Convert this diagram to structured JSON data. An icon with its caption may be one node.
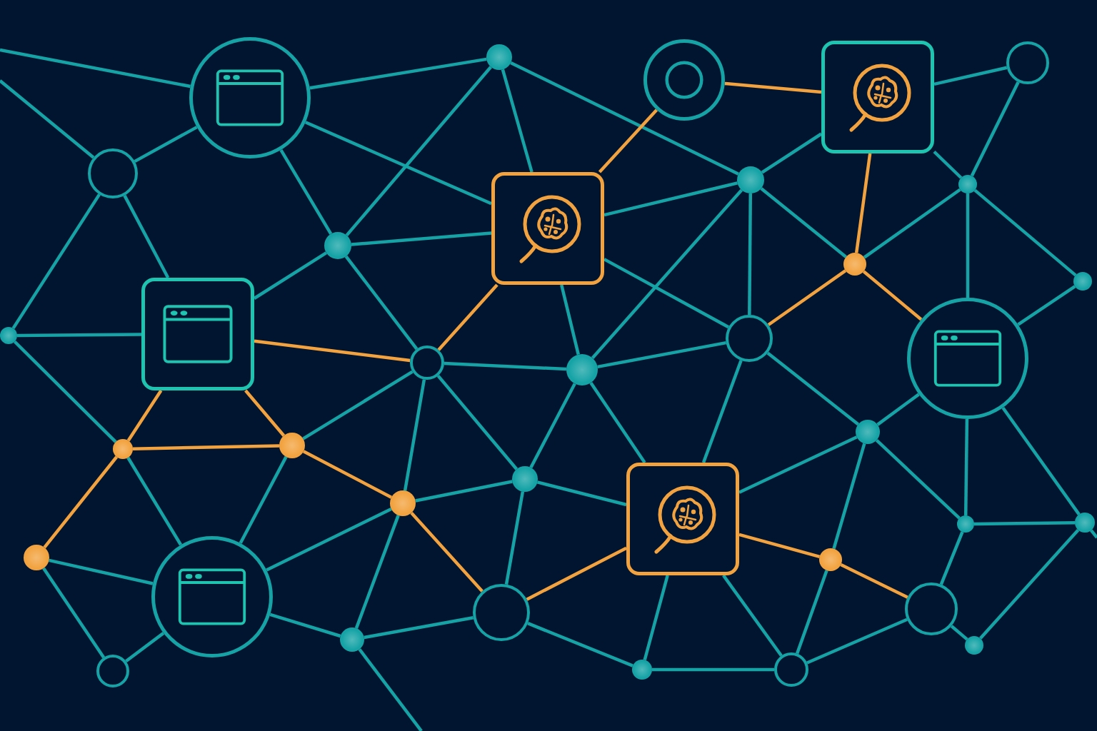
{
  "diagram": {
    "nodes": [
      {
        "text": [],
        "shape": "circle"
      },
      {
        "text": [],
        "shape": "dot"
      },
      {
        "text": [],
        "shape": "circle"
      },
      {
        "text": [],
        "shape": "box"
      },
      {
        "text": [],
        "shape": "circle"
      },
      {
        "text": [],
        "shape": "circle"
      },
      {
        "text": [],
        "shape": "dot"
      },
      {
        "text": [],
        "shape": "dot"
      },
      {
        "text": [],
        "shape": "box"
      },
      {
        "text": [],
        "shape": "dot"
      },
      {
        "text": [],
        "shape": "dot"
      },
      {
        "text": [],
        "shape": "dot"
      },
      {
        "text": [],
        "shape": "box"
      },
      {
        "text": [],
        "shape": "dot"
      },
      {
        "text": [],
        "shape": "circle"
      },
      {
        "text": [],
        "shape": "circle"
      },
      {
        "text": [],
        "shape": "circle"
      },
      {
        "text": [],
        "shape": "dot"
      },
      {
        "text": [],
        "shape": "dot"
      },
      {
        "text": [],
        "shape": "dot"
      },
      {
        "text": [],
        "shape": "dot"
      },
      {
        "text": [],
        "shape": "dot"
      },
      {
        "text": [],
        "shape": "dot"
      },
      {
        "text": [],
        "shape": "box"
      },
      {
        "text": [],
        "shape": "dot"
      },
      {
        "text": [],
        "shape": "dot"
      },
      {
        "text": [],
        "shape": "dot"
      },
      {
        "text": [],
        "shape": "dot"
      },
      {
        "text": [],
        "shape": "circle"
      },
      {
        "text": [],
        "shape": "circle"
      },
      {
        "text": [],
        "shape": "circle"
      },
      {
        "text": [],
        "shape": "dot"
      },
      {
        "text": [],
        "shape": "dot"
      },
      {
        "text": [],
        "shape": "dot"
      },
      {
        "text": [],
        "shape": "circle"
      },
      {
        "text": [],
        "shape": "circle"
      }
    ],
    "edges": [
      {
        "from": null,
        "to": 0,
        "arrow": "none"
      },
      {
        "from": null,
        "to": 5,
        "arrow": "none"
      },
      {
        "from": 5,
        "to": 0,
        "arrow": "none"
      },
      {
        "from": 5,
        "to": 13,
        "arrow": "none"
      },
      {
        "from": 5,
        "to": 12,
        "arrow": "none"
      },
      {
        "from": 0,
        "to": 1,
        "arrow": "none"
      },
      {
        "from": 0,
        "to": 8,
        "arrow": "none"
      },
      {
        "from": 0,
        "to": 9,
        "arrow": "none"
      },
      {
        "from": 1,
        "to": 9,
        "arrow": "none"
      },
      {
        "from": 1,
        "to": 8,
        "arrow": "none"
      },
      {
        "from": 1,
        "to": 6,
        "arrow": "none"
      },
      {
        "from": 2,
        "to": 8,
        "arrow": "none",
        "color": "#f2a33f"
      },
      {
        "from": 2,
        "to": 3,
        "arrow": "none",
        "color": "#f2a33f"
      },
      {
        "from": 3,
        "to": 4,
        "arrow": "none"
      },
      {
        "from": 3,
        "to": 6,
        "arrow": "none"
      },
      {
        "from": 3,
        "to": 10,
        "arrow": "none",
        "color": "#f2a33f"
      },
      {
        "from": 3,
        "to": 7,
        "arrow": "none"
      },
      {
        "from": 4,
        "to": 7,
        "arrow": "none"
      },
      {
        "from": 9,
        "to": 12,
        "arrow": "none"
      },
      {
        "from": 9,
        "to": 8,
        "arrow": "none"
      },
      {
        "from": 9,
        "to": 15,
        "arrow": "none"
      },
      {
        "from": 8,
        "to": 6,
        "arrow": "none"
      },
      {
        "from": 8,
        "to": 15,
        "arrow": "none",
        "color": "#f2a33f"
      },
      {
        "from": 8,
        "to": 17,
        "arrow": "none"
      },
      {
        "from": 8,
        "to": 14,
        "arrow": "none"
      },
      {
        "from": 6,
        "to": 17,
        "arrow": "none"
      },
      {
        "from": 6,
        "to": 14,
        "arrow": "none"
      },
      {
        "from": 6,
        "to": 10,
        "arrow": "none"
      },
      {
        "from": 7,
        "to": 10,
        "arrow": "none"
      },
      {
        "from": 7,
        "to": 16,
        "arrow": "none"
      },
      {
        "from": 7,
        "to": 11,
        "arrow": "none"
      },
      {
        "from": 11,
        "to": 16,
        "arrow": "none"
      },
      {
        "from": 10,
        "to": 14,
        "arrow": "none",
        "color": "#f2a33f"
      },
      {
        "from": 10,
        "to": 16,
        "arrow": "none",
        "color": "#f2a33f"
      },
      {
        "from": 13,
        "to": 12,
        "arrow": "none"
      },
      {
        "from": 13,
        "to": 20,
        "arrow": "none"
      },
      {
        "from": 12,
        "to": 15,
        "arrow": "none",
        "color": "#f2a33f"
      },
      {
        "from": 12,
        "to": 20,
        "arrow": "none",
        "color": "#f2a33f"
      },
      {
        "from": 12,
        "to": 19,
        "arrow": "none",
        "color": "#f2a33f"
      },
      {
        "from": 20,
        "to": 19,
        "arrow": "none",
        "color": "#f2a33f"
      },
      {
        "from": 20,
        "to": 26,
        "arrow": "none",
        "color": "#f2a33f"
      },
      {
        "from": 20,
        "to": 28,
        "arrow": "none"
      },
      {
        "from": 19,
        "to": 28,
        "arrow": "none"
      },
      {
        "from": 19,
        "to": 22,
        "arrow": "none",
        "color": "#f2a33f"
      },
      {
        "from": 19,
        "to": 15,
        "arrow": "none"
      },
      {
        "from": 15,
        "to": 17,
        "arrow": "none"
      },
      {
        "from": 15,
        "to": 22,
        "arrow": "none"
      },
      {
        "from": 15,
        "to": 21,
        "arrow": "none"
      },
      {
        "from": 17,
        "to": 21,
        "arrow": "none"
      },
      {
        "from": 17,
        "to": 23,
        "arrow": "none"
      },
      {
        "from": 17,
        "to": 14,
        "arrow": "none"
      },
      {
        "from": 14,
        "to": 18,
        "arrow": "none"
      },
      {
        "from": 14,
        "to": 23,
        "arrow": "none"
      },
      {
        "from": 16,
        "to": 18,
        "arrow": "none"
      },
      {
        "from": 16,
        "to": 25,
        "arrow": "none"
      },
      {
        "from": 16,
        "to": 24,
        "arrow": "none"
      },
      {
        "from": 18,
        "to": 23,
        "arrow": "none"
      },
      {
        "from": 18,
        "to": 27,
        "arrow": "none"
      },
      {
        "from": 18,
        "to": 25,
        "arrow": "none"
      },
      {
        "from": 22,
        "to": 21,
        "arrow": "none"
      },
      {
        "from": 22,
        "to": 31,
        "arrow": "none"
      },
      {
        "from": 22,
        "to": 30,
        "arrow": "none",
        "color": "#f2a33f"
      },
      {
        "from": 22,
        "to": 28,
        "arrow": "none"
      },
      {
        "from": 21,
        "to": 23,
        "arrow": "none"
      },
      {
        "from": 21,
        "to": 30,
        "arrow": "none"
      },
      {
        "from": 23,
        "to": 30,
        "arrow": "none",
        "color": "#f2a33f"
      },
      {
        "from": 23,
        "to": 27,
        "arrow": "none",
        "color": "#f2a33f"
      },
      {
        "from": 23,
        "to": 33,
        "arrow": "none"
      },
      {
        "from": 23,
        "to": 34,
        "arrow": "none"
      },
      {
        "from": 27,
        "to": 29,
        "arrow": "none",
        "color": "#f2a33f"
      },
      {
        "from": 27,
        "to": 34,
        "arrow": "none"
      },
      {
        "from": 25,
        "to": 24,
        "arrow": "none"
      },
      {
        "from": 25,
        "to": 29,
        "arrow": "none"
      },
      {
        "from": 24,
        "to": 32,
        "arrow": "none"
      },
      {
        "from": 24,
        "to": null,
        "arrow": "none"
      },
      {
        "from": 29,
        "to": 32,
        "arrow": "none"
      },
      {
        "from": 29,
        "to": 34,
        "arrow": "none"
      },
      {
        "from": 26,
        "to": 28,
        "arrow": "none"
      },
      {
        "from": 26,
        "to": 35,
        "arrow": "none"
      },
      {
        "from": 35,
        "to": 28,
        "arrow": "none"
      },
      {
        "from": 28,
        "to": 31,
        "arrow": "none"
      },
      {
        "from": 31,
        "to": 30,
        "arrow": "none"
      },
      {
        "from": 31,
        "to": null,
        "arrow": "none"
      },
      {
        "from": 30,
        "to": 33,
        "arrow": "none"
      },
      {
        "from": 33,
        "to": 34,
        "arrow": "none"
      }
    ]
  }
}
